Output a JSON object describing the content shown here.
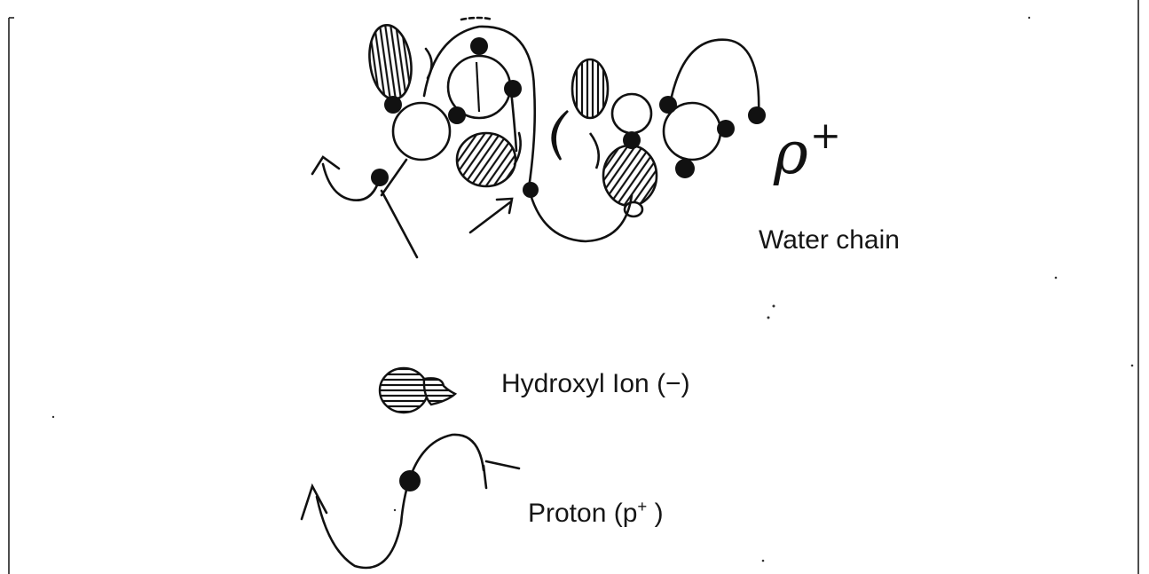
{
  "labels": {
    "water_chain": "Water chain",
    "hydroxyl_ion": "Hydroxyl Ion (−)",
    "proton_prefix": "Proton (p",
    "proton_sup": "+",
    "proton_suffix": " )",
    "hand_p": "ρ",
    "hand_plus": "+"
  }
}
